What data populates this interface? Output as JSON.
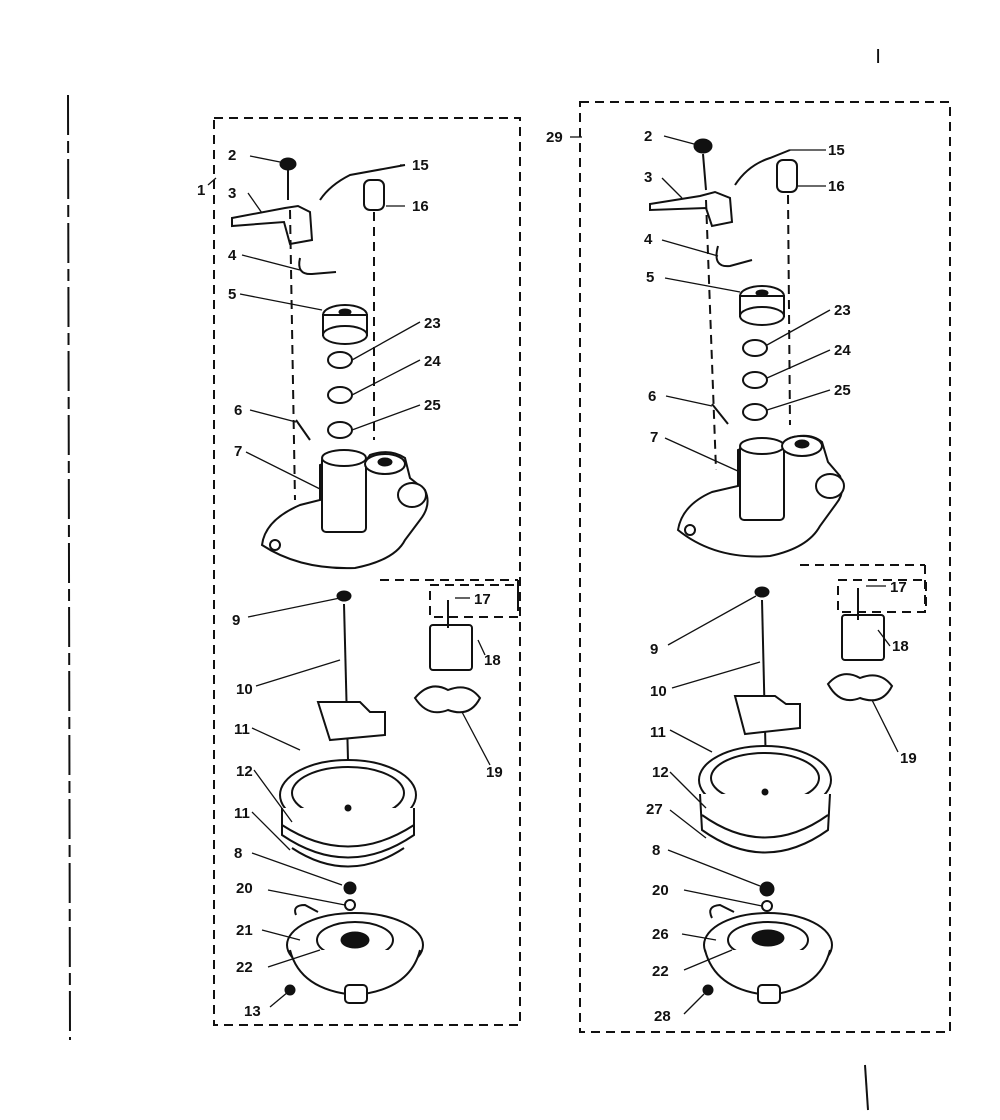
{
  "diagram": {
    "left_assembly": {
      "group_label": "1",
      "labels": [
        "2",
        "3",
        "4",
        "5",
        "6",
        "7",
        "9",
        "10",
        "11",
        "12",
        "11",
        "8",
        "20",
        "21",
        "22",
        "13",
        "15",
        "16",
        "23",
        "24",
        "25",
        "17",
        "18",
        "19"
      ]
    },
    "right_assembly": {
      "group_label": "29",
      "labels": [
        "2",
        "3",
        "4",
        "5",
        "6",
        "7",
        "9",
        "10",
        "11",
        "12",
        "27",
        "8",
        "20",
        "26",
        "22",
        "28",
        "15",
        "16",
        "23",
        "24",
        "25",
        "17",
        "18",
        "19"
      ]
    },
    "stray_mark": "|"
  }
}
